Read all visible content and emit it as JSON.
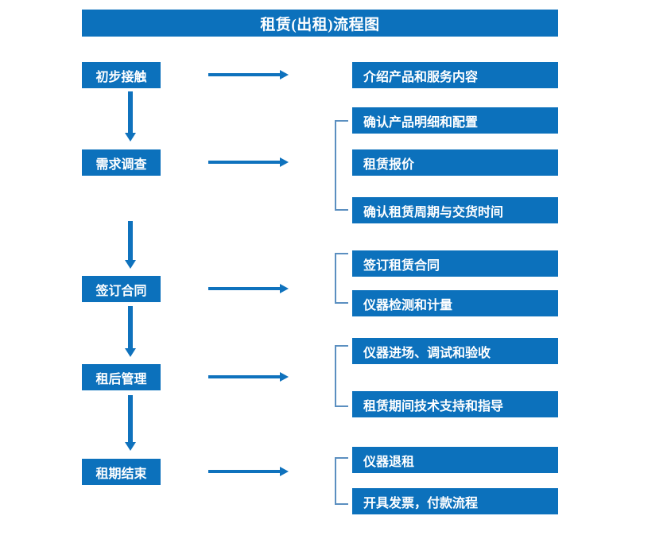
{
  "title": "租赁(出租)流程图",
  "colors": {
    "box_fill": "#0c71bc",
    "arrow": "#0f72bd",
    "bracket": "#5b8fc0",
    "box_text": "#ffffff",
    "background": "#ffffff"
  },
  "stages": [
    {
      "label": "初步接触"
    },
    {
      "label": "需求调查"
    },
    {
      "label": "签订合同"
    },
    {
      "label": "租后管理"
    },
    {
      "label": "租期结束"
    }
  ],
  "details": [
    {
      "label": "介绍产品和服务内容"
    },
    {
      "label": "确认产品明细和配置"
    },
    {
      "label": "租赁报价"
    },
    {
      "label": "确认租赁周期与交货时间"
    },
    {
      "label": "签订租赁合同"
    },
    {
      "label": "仪器检测和计量"
    },
    {
      "label": "仪器进场、调试和验收"
    },
    {
      "label": "租赁期间技术支持和指导"
    },
    {
      "label": "仪器退租"
    },
    {
      "label": "开具发票，付款流程"
    }
  ],
  "connectors": {
    "horizontal_arrows": 5,
    "vertical_arrows": 4,
    "brackets": 4
  }
}
